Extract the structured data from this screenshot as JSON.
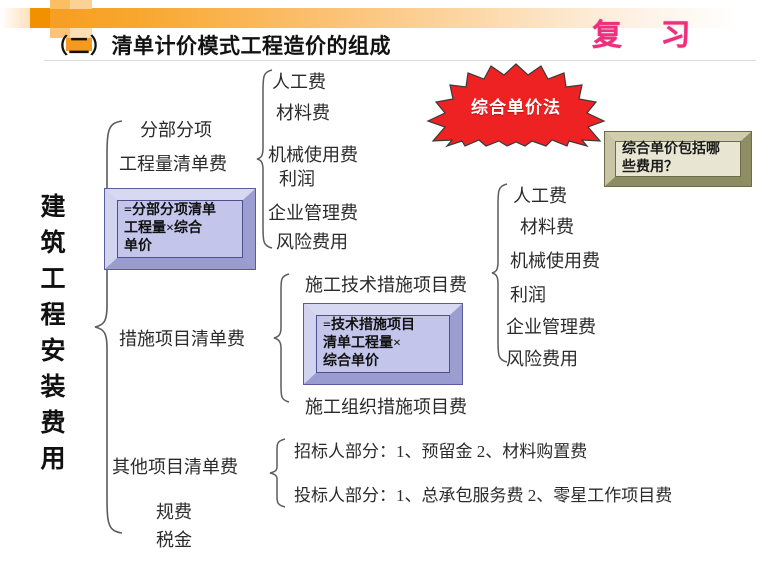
{
  "slide": {
    "title": "（二）清单计价模式工程造价的组成",
    "review_stamp": "复 习",
    "left_label": "建筑工程安装费用"
  },
  "branch1": {
    "label_line1": "分部分项",
    "label_line2": "工程量清单费",
    "formula_box": "=分部分项清单\n工程量×综合\n单价",
    "cost_items": [
      "人工费",
      "材料费",
      "机械使用费",
      "利润",
      "企业管理费",
      "风险费用"
    ]
  },
  "callouts": {
    "starburst": "综合单价法",
    "question_box": "综合单价包括哪\n些费用？"
  },
  "branch2": {
    "label": "措施项目清单费",
    "sub1": "施工技术措施项目费",
    "sub2": "施工组织措施项目费",
    "formula_box": "=技术措施项目\n清单工程量×\n综合单价",
    "cost_items": [
      "人工费",
      "材料费",
      "机械使用费",
      "利润",
      "企业管理费",
      "风险费用"
    ]
  },
  "branch3": {
    "label": "其他项目清单费",
    "rows": [
      "招标人部分：1、预留金 2、材料购置费",
      "投标人部分：1、总承包服务费 2、零星工作项目费"
    ]
  },
  "branch4": {
    "item1": "规费",
    "item2": "税金"
  },
  "colors": {
    "banner_start": "#f5a72b",
    "review_pink": "#ed2f7e",
    "starburst_red": "#ee2222",
    "box_lavender": "#c3c5ea",
    "box_khaki": "#e8e6d2"
  }
}
